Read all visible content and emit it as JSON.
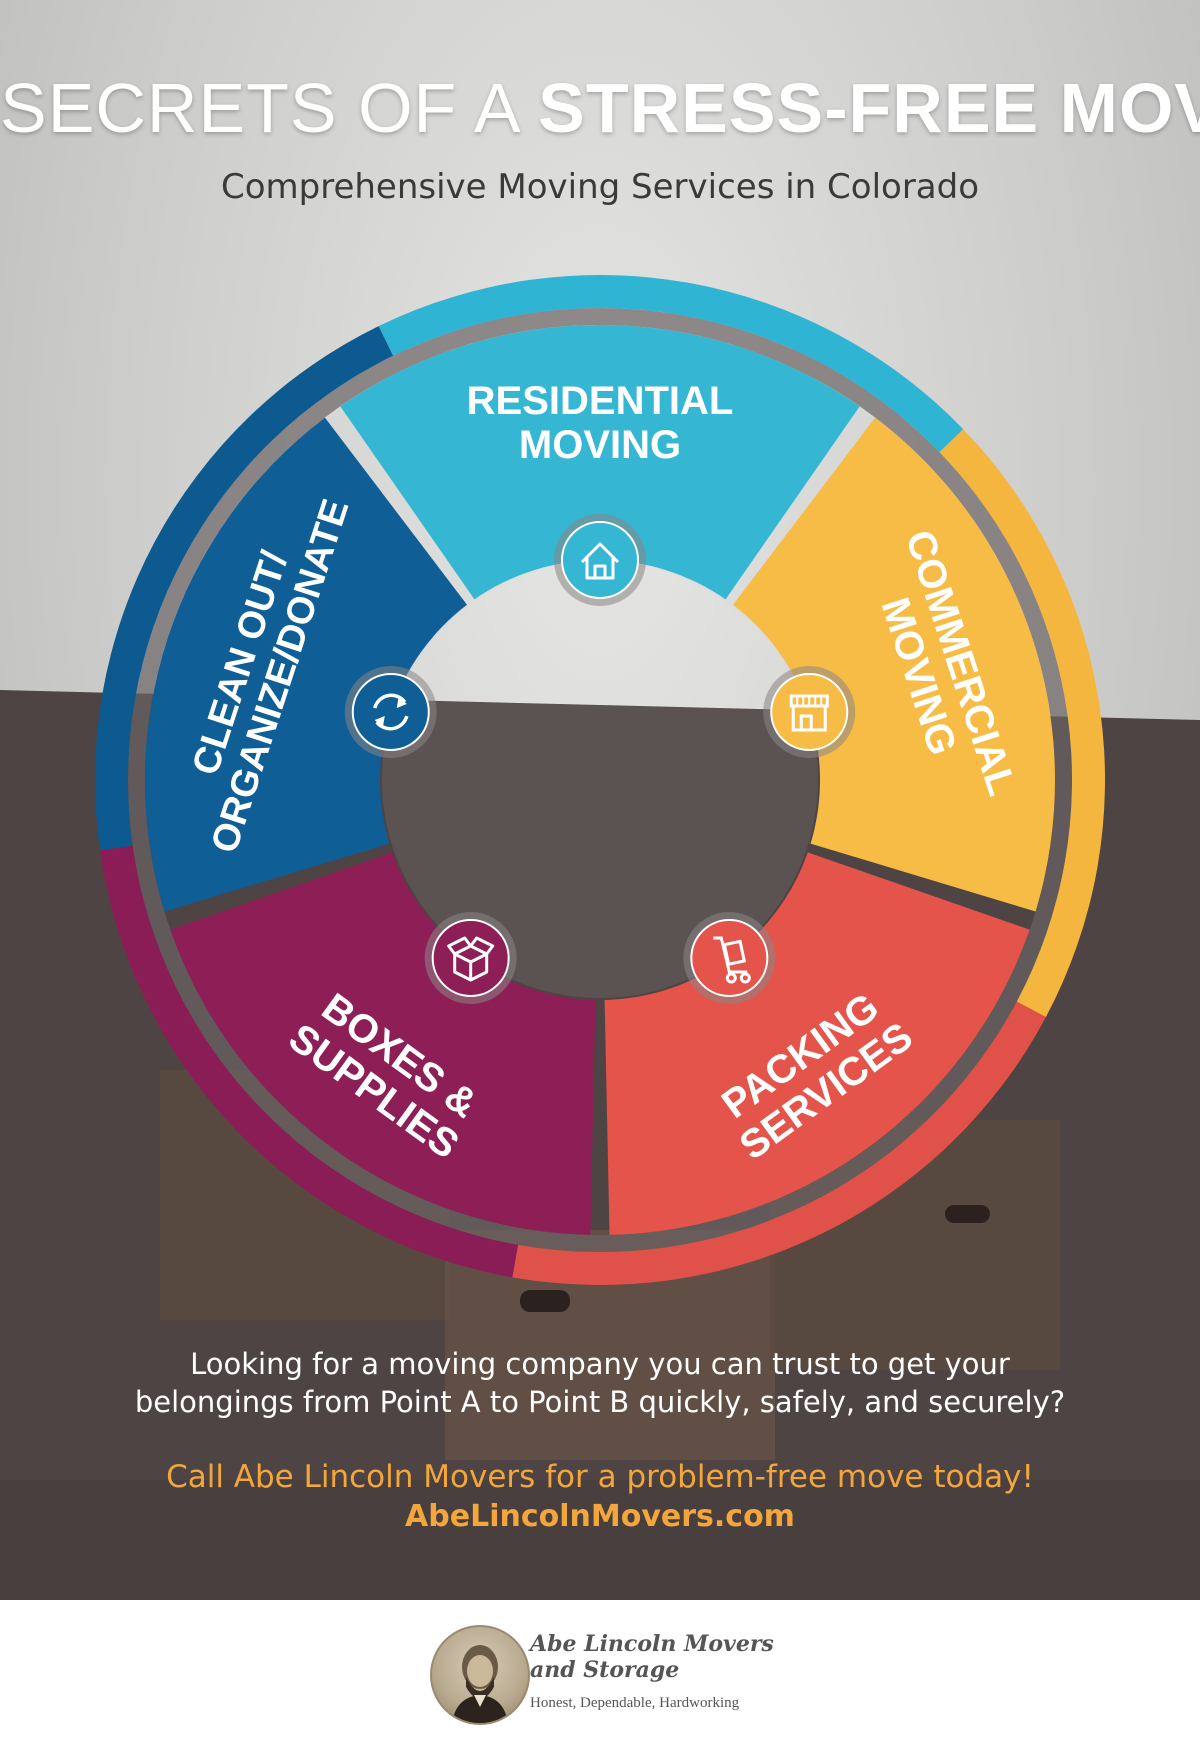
{
  "header": {
    "title_light": "SECRETS OF A",
    "title_bold": "STRESS-FREE MOVE",
    "subtitle": "Comprehensive Moving Services in Colorado"
  },
  "wheel": {
    "segments": [
      {
        "id": "residential",
        "line1": "RESIDENTIAL",
        "line2": "MOVING",
        "color": "#35b6d2",
        "icon": "house-icon"
      },
      {
        "id": "commercial",
        "line1": "COMMERCIAL",
        "line2": "MOVING",
        "color": "#f7bc45",
        "icon": "storefront-icon"
      },
      {
        "id": "packing",
        "line1": "PACKING",
        "line2": "SERVICES",
        "color": "#e4544a",
        "icon": "hand-truck-icon"
      },
      {
        "id": "boxes",
        "line1": "BOXES &",
        "line2": "SUPPLIES",
        "color": "#8e1f56",
        "icon": "open-box-icon"
      },
      {
        "id": "cleanout",
        "line1": "CLEAN OUT/",
        "line2": "ORGANIZE/DONATE",
        "color": "#0f5e96",
        "icon": "recycle-arrows-icon"
      }
    ],
    "outer_ring_colors": [
      "#2fb4d3",
      "#f4b63f",
      "#e0514a",
      "#8a1d55",
      "#0c5a90"
    ]
  },
  "bottom": {
    "question_line1": "Looking for a moving company you can trust to get your",
    "question_line2": "belongings from Point A to Point B quickly, safely, and securely?",
    "cta": "Call Abe Lincoln Movers for a problem-free move today!",
    "url": "AbeLincolnMovers.com"
  },
  "footer": {
    "logo_line1": "Abe Lincoln Movers",
    "logo_line2": "and Storage",
    "tagline": "Honest, Dependable, Hardworking"
  },
  "colors": {
    "accent_orange": "#f2a63b",
    "floor": "#4e4444"
  }
}
